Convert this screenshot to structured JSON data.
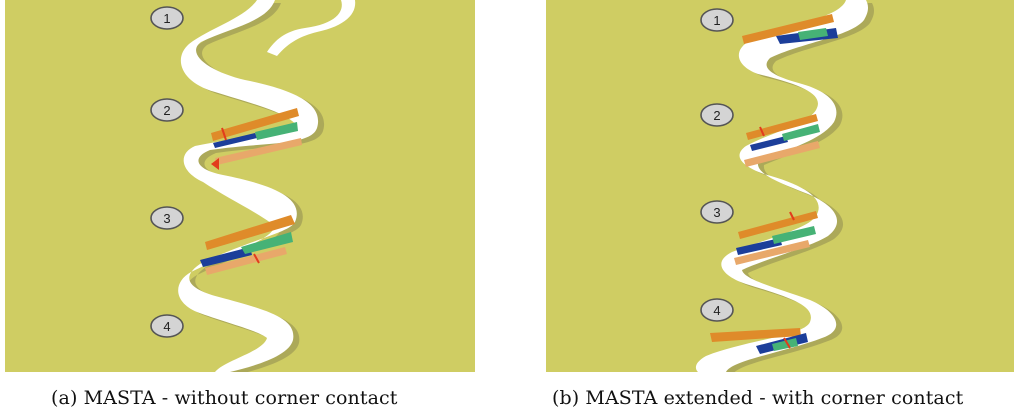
{
  "figure": {
    "colors": {
      "background": "#cfcd63",
      "gap": "#ffffff",
      "shadow": "#8f8c52",
      "band_orange": "#df8b2a",
      "band_light": "#e8a86a",
      "band_blue": "#1c3e9a",
      "band_green": "#46b276",
      "marker": "#e23c1c",
      "label_fill": "#d4d4d4",
      "label_stroke": "#555555"
    },
    "panels": [
      {
        "id": "a",
        "caption": "(a) MASTA - without corner contact",
        "labels": [
          "1",
          "2",
          "3",
          "4"
        ]
      },
      {
        "id": "b",
        "caption": "(b) MASTA extended - with corner contact",
        "labels": [
          "1",
          "2",
          "3",
          "4"
        ]
      }
    ]
  }
}
